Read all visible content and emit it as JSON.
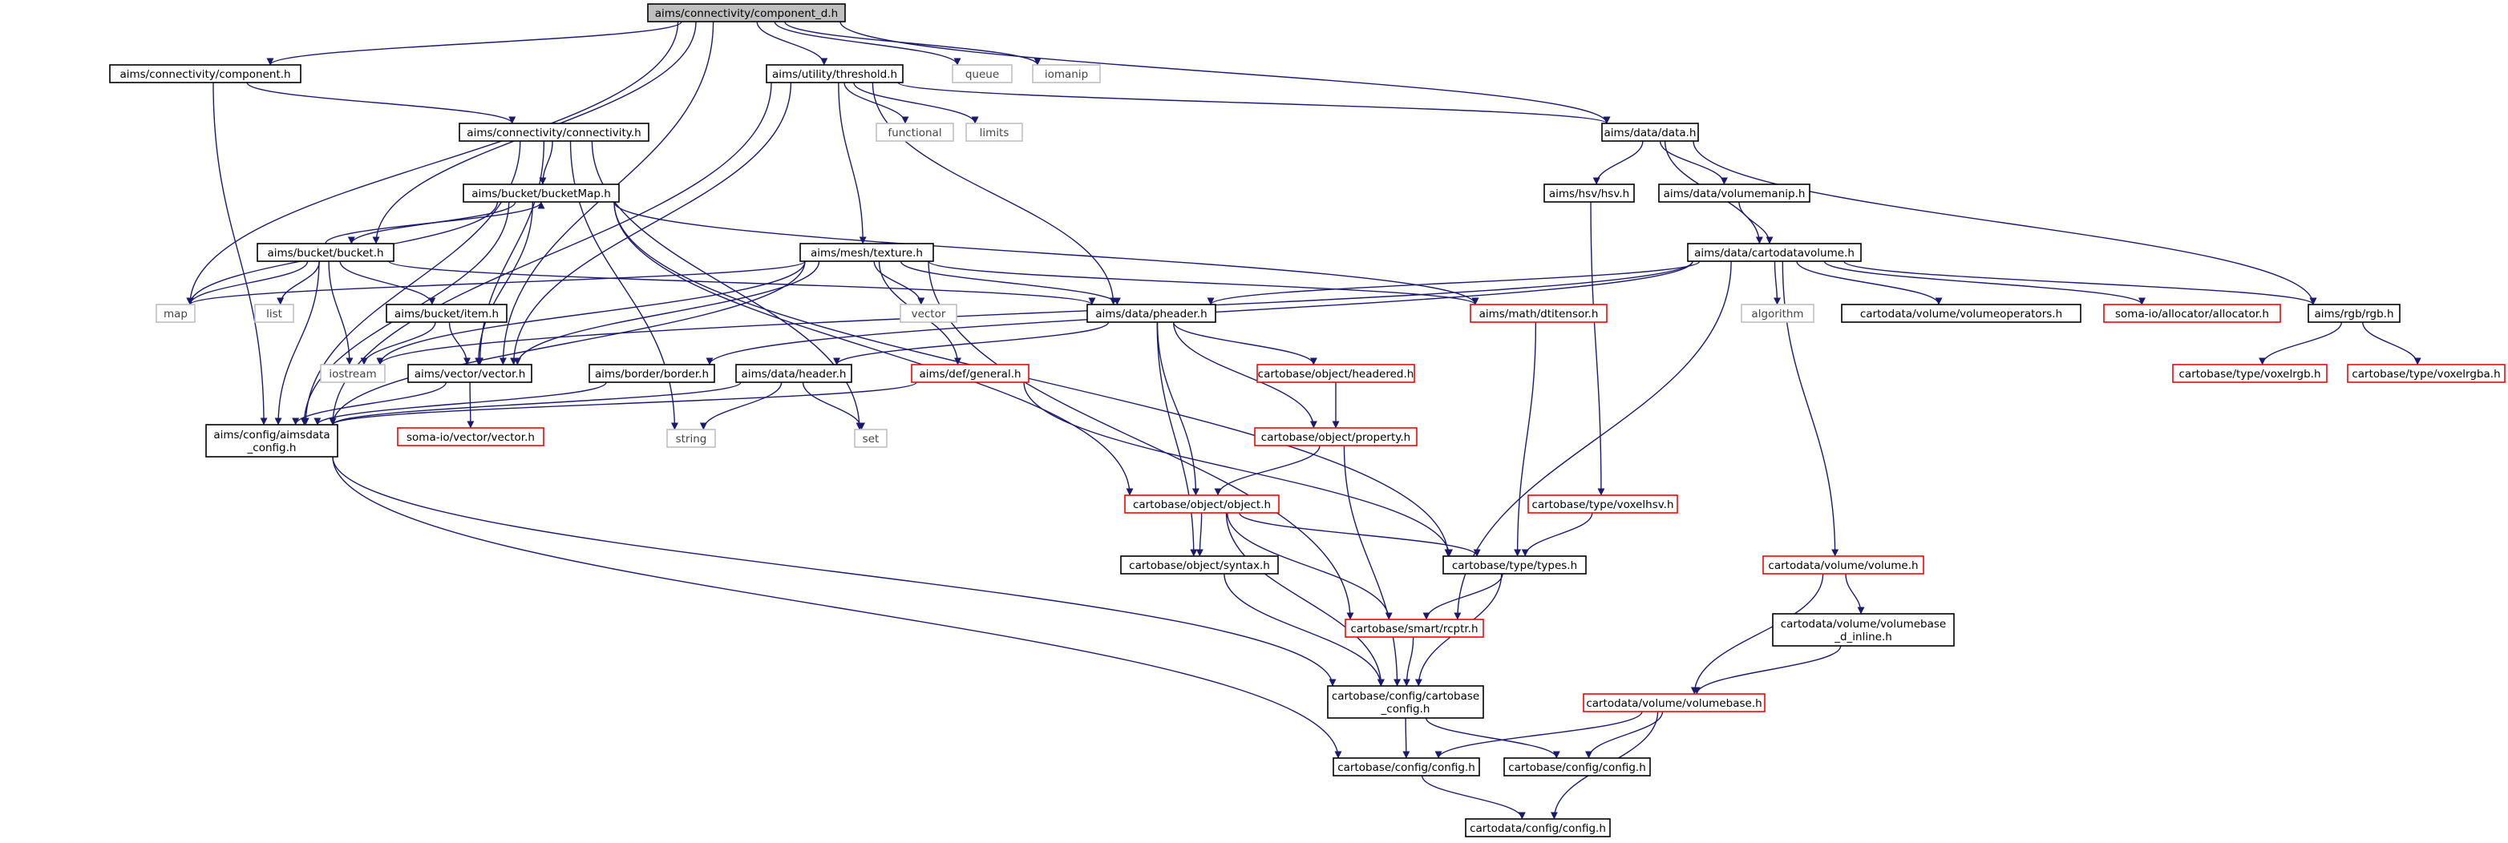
{
  "graph": {
    "nodes": [
      {
        "id": "component_d",
        "label": "aims/connectivity/component_d.h",
        "style": "root"
      },
      {
        "id": "component",
        "label": "aims/connectivity/component.h",
        "style": "normal"
      },
      {
        "id": "threshold",
        "label": "aims/utility/threshold.h",
        "style": "normal"
      },
      {
        "id": "queue",
        "label": "queue",
        "style": "system"
      },
      {
        "id": "iomanip",
        "label": "iomanip",
        "style": "system"
      },
      {
        "id": "connectivity",
        "label": "aims/connectivity/connectivity.h",
        "style": "normal"
      },
      {
        "id": "functional",
        "label": "functional",
        "style": "system"
      },
      {
        "id": "limits",
        "label": "limits",
        "style": "system"
      },
      {
        "id": "data",
        "label": "aims/data/data.h",
        "style": "normal"
      },
      {
        "id": "bucketMap",
        "label": "aims/bucket/bucketMap.h",
        "style": "normal"
      },
      {
        "id": "hsv",
        "label": "aims/hsv/hsv.h",
        "style": "normal"
      },
      {
        "id": "volumemanip",
        "label": "aims/data/volumemanip.h",
        "style": "normal"
      },
      {
        "id": "bucket",
        "label": "aims/bucket/bucket.h",
        "style": "normal"
      },
      {
        "id": "texture",
        "label": "aims/mesh/texture.h",
        "style": "normal"
      },
      {
        "id": "cartodatavolume",
        "label": "aims/data/cartodatavolume.h",
        "style": "normal"
      },
      {
        "id": "map",
        "label": "map",
        "style": "system"
      },
      {
        "id": "list",
        "label": "list",
        "style": "system"
      },
      {
        "id": "item",
        "label": "aims/bucket/item.h",
        "style": "normal"
      },
      {
        "id": "vector",
        "label": "vector",
        "style": "system"
      },
      {
        "id": "pheader",
        "label": "aims/data/pheader.h",
        "style": "normal"
      },
      {
        "id": "dtitensor",
        "label": "aims/math/dtitensor.h",
        "style": "truncated"
      },
      {
        "id": "algorithm",
        "label": "algorithm",
        "style": "system"
      },
      {
        "id": "volumeoperators",
        "label": "cartodata/volume/volumeoperators.h",
        "style": "normal"
      },
      {
        "id": "allocator",
        "label": "soma-io/allocator/allocator.h",
        "style": "truncated"
      },
      {
        "id": "rgb",
        "label": "aims/rgb/rgb.h",
        "style": "normal"
      },
      {
        "id": "iostream",
        "label": "iostream",
        "style": "system"
      },
      {
        "id": "vectorh",
        "label": "aims/vector/vector.h",
        "style": "normal"
      },
      {
        "id": "border",
        "label": "aims/border/border.h",
        "style": "normal"
      },
      {
        "id": "header",
        "label": "aims/data/header.h",
        "style": "normal"
      },
      {
        "id": "general",
        "label": "aims/def/general.h",
        "style": "truncated"
      },
      {
        "id": "headered",
        "label": "cartobase/object/headered.h",
        "style": "truncated"
      },
      {
        "id": "voxelrgb",
        "label": "cartobase/type/voxelrgb.h",
        "style": "truncated"
      },
      {
        "id": "voxelrgba",
        "label": "cartobase/type/voxelrgba.h",
        "style": "truncated"
      },
      {
        "id": "aimsdata_config",
        "label": "aims/config/aimsdata\n_config.h",
        "style": "normal"
      },
      {
        "id": "somavector",
        "label": "soma-io/vector/vector.h",
        "style": "truncated"
      },
      {
        "id": "string",
        "label": "string",
        "style": "system"
      },
      {
        "id": "set",
        "label": "set",
        "style": "system"
      },
      {
        "id": "property",
        "label": "cartobase/object/property.h",
        "style": "truncated"
      },
      {
        "id": "object",
        "label": "cartobase/object/object.h",
        "style": "truncated"
      },
      {
        "id": "voxelhsv",
        "label": "cartobase/type/voxelhsv.h",
        "style": "truncated"
      },
      {
        "id": "volume",
        "label": "cartodata/volume/volume.h",
        "style": "truncated"
      },
      {
        "id": "syntax",
        "label": "cartobase/object/syntax.h",
        "style": "normal"
      },
      {
        "id": "types",
        "label": "cartobase/type/types.h",
        "style": "normal"
      },
      {
        "id": "rcptr",
        "label": "cartobase/smart/rcptr.h",
        "style": "truncated"
      },
      {
        "id": "volumebase_d_inline",
        "label": "cartodata/volume/volumebase\n_d_inline.h",
        "style": "normal"
      },
      {
        "id": "cartobase_config",
        "label": "cartobase/config/cartobase\n_config.h",
        "style": "normal"
      },
      {
        "id": "volumebase",
        "label": "cartodata/volume/volumebase.h",
        "style": "truncated"
      },
      {
        "id": "cb_config1",
        "label": "cartobase/config/config.h",
        "style": "normal"
      },
      {
        "id": "cb_config2",
        "label": "cartobase/config/config.h",
        "style": "normal"
      },
      {
        "id": "cd_config",
        "label": "cartodata/config/config.h",
        "style": "normal"
      }
    ],
    "edges": [
      [
        "component_d",
        "component"
      ],
      [
        "component_d",
        "threshold"
      ],
      [
        "component_d",
        "queue"
      ],
      [
        "component_d",
        "iomanip"
      ],
      [
        "component_d",
        "data"
      ],
      [
        "component_d",
        "map"
      ],
      [
        "component_d",
        "bucket"
      ],
      [
        "component_d",
        "vectorh"
      ],
      [
        "component",
        "connectivity"
      ],
      [
        "component",
        "aimsdata_config"
      ],
      [
        "threshold",
        "functional"
      ],
      [
        "threshold",
        "limits"
      ],
      [
        "threshold",
        "data"
      ],
      [
        "threshold",
        "texture"
      ],
      [
        "threshold",
        "pheader"
      ],
      [
        "threshold",
        "vectorh"
      ],
      [
        "threshold",
        "aimsdata_config"
      ],
      [
        "connectivity",
        "bucketMap"
      ],
      [
        "connectivity",
        "vectorh"
      ],
      [
        "connectivity",
        "aimsdata_config"
      ],
      [
        "connectivity",
        "string"
      ],
      [
        "connectivity",
        "set"
      ],
      [
        "data",
        "hsv"
      ],
      [
        "data",
        "volumemanip"
      ],
      [
        "data",
        "cartodatavolume"
      ],
      [
        "data",
        "rgb"
      ],
      [
        "bucketMap",
        "bucket"
      ],
      [
        "bucketMap",
        "map"
      ],
      [
        "bucketMap",
        "vectorh"
      ],
      [
        "bucketMap",
        "aimsdata_config"
      ],
      [
        "bucketMap",
        "dtitensor"
      ],
      [
        "bucketMap",
        "types"
      ],
      [
        "bucketMap",
        "object"
      ],
      [
        "bucket",
        "bucketMap"
      ],
      [
        "bucket",
        "map"
      ],
      [
        "bucket",
        "list"
      ],
      [
        "bucket",
        "item"
      ],
      [
        "bucket",
        "iostream"
      ],
      [
        "bucket",
        "aimsdata_config"
      ],
      [
        "bucket",
        "pheader"
      ],
      [
        "item",
        "iostream"
      ],
      [
        "item",
        "vectorh"
      ],
      [
        "texture",
        "map"
      ],
      [
        "texture",
        "vector"
      ],
      [
        "texture",
        "iostream"
      ],
      [
        "texture",
        "vectorh"
      ],
      [
        "texture",
        "pheader"
      ],
      [
        "texture",
        "dtitensor"
      ],
      [
        "texture",
        "general"
      ],
      [
        "texture",
        "aimsdata_config"
      ],
      [
        "texture",
        "rcptr"
      ],
      [
        "hsv",
        "voxelhsv"
      ],
      [
        "volumemanip",
        "cartodatavolume"
      ],
      [
        "cartodatavolume",
        "algorithm"
      ],
      [
        "cartodatavolume",
        "volumeoperators"
      ],
      [
        "cartodatavolume",
        "allocator"
      ],
      [
        "cartodatavolume",
        "rgb"
      ],
      [
        "cartodatavolume",
        "volume"
      ],
      [
        "cartodatavolume",
        "pheader"
      ],
      [
        "cartodatavolume",
        "border"
      ],
      [
        "cartodatavolume",
        "iostream"
      ],
      [
        "cartodatavolume",
        "rcptr"
      ],
      [
        "rgb",
        "voxelrgb"
      ],
      [
        "rgb",
        "voxelrgba"
      ],
      [
        "pheader",
        "header"
      ],
      [
        "pheader",
        "headered"
      ],
      [
        "pheader",
        "property"
      ],
      [
        "pheader",
        "object"
      ],
      [
        "pheader",
        "syntax"
      ],
      [
        "vectorh",
        "somavector"
      ],
      [
        "vectorh",
        "aimsdata_config"
      ],
      [
        "border",
        "aimsdata_config"
      ],
      [
        "header",
        "aimsdata_config"
      ],
      [
        "header",
        "string"
      ],
      [
        "header",
        "set"
      ],
      [
        "general",
        "aimsdata_config"
      ],
      [
        "general",
        "types"
      ],
      [
        "headered",
        "property"
      ],
      [
        "dtitensor",
        "types"
      ],
      [
        "property",
        "object"
      ],
      [
        "property",
        "cartobase_config"
      ],
      [
        "object",
        "syntax"
      ],
      [
        "object",
        "types"
      ],
      [
        "object",
        "rcptr"
      ],
      [
        "object",
        "cartobase_config"
      ],
      [
        "voxelhsv",
        "types"
      ],
      [
        "types",
        "rcptr"
      ],
      [
        "types",
        "cartobase_config"
      ],
      [
        "syntax",
        "cartobase_config"
      ],
      [
        "rcptr",
        "cartobase_config"
      ],
      [
        "volume",
        "volumebase_d_inline"
      ],
      [
        "volume",
        "volumebase"
      ],
      [
        "volumebase_d_inline",
        "volumebase"
      ],
      [
        "volumebase",
        "cb_config1"
      ],
      [
        "volumebase",
        "cb_config2"
      ],
      [
        "volumebase",
        "cd_config"
      ],
      [
        "cartobase_config",
        "cb_config1"
      ],
      [
        "cartobase_config",
        "cb_config2"
      ],
      [
        "aimsdata_config",
        "cartobase_config"
      ],
      [
        "aimsdata_config",
        "cb_config1"
      ],
      [
        "cb_config1",
        "cd_config"
      ]
    ]
  },
  "colors": {
    "edge": "#191970",
    "normal_border": "#000000",
    "truncated_border": "#ff0000",
    "system_border": "#bfbfbf",
    "root_fill": "#bfbfbf",
    "text": "#000000",
    "system_text": "#444444"
  }
}
